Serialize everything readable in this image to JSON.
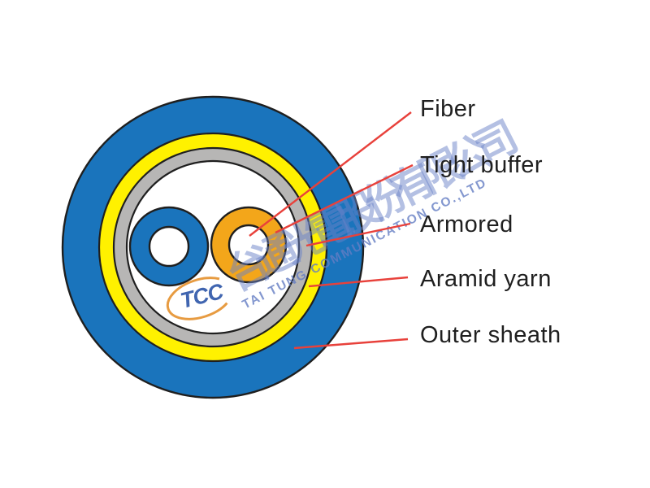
{
  "page": {
    "background": "#ffffff",
    "description": "Cross-section diagram of an armored duplex fiber optic cable"
  },
  "diagram": {
    "labels": [
      {
        "text": "Fiber"
      },
      {
        "text": "Tight buffer"
      },
      {
        "text": "Armored"
      },
      {
        "text": "Aramid yarn"
      },
      {
        "text": "Outer sheath"
      }
    ],
    "layers": [
      {
        "name": "Outer sheath",
        "color": "#1a74bc"
      },
      {
        "name": "Aramid yarn",
        "color": "#fff100"
      },
      {
        "name": "Armored",
        "color": "#b7b6b5"
      },
      {
        "name": "Tight buffer",
        "color": "#f3a61a"
      },
      {
        "name": "Fiber",
        "color": "#ffffff"
      }
    ],
    "colors": {
      "outer_sheath_blue": "#1a74bc",
      "aramid_yellow": "#fff100",
      "armored_gray": "#b7b6b5",
      "tight_buffer_orange": "#f3a61a",
      "core_white": "#ffffff",
      "outline_black": "#1f1f1f",
      "leader_line_red": "#e8413b"
    }
  },
  "watermark": {
    "logo_text": "TCC",
    "company_cn": "台通光電股份有限公司",
    "company_en": "TAI TUNG COMMUNICATION CO.,LTD",
    "color": "#6a82c8"
  }
}
